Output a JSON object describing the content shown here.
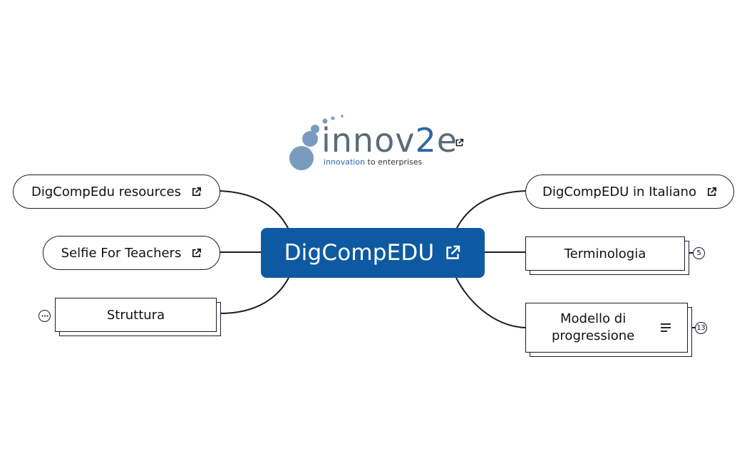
{
  "logo": {
    "word_prefix": "innov",
    "word_digit": "2",
    "word_suffix": "e",
    "tag_innovation": "innovation",
    "tag_rest": " to enterprises"
  },
  "central": {
    "label": "DigCompEDU"
  },
  "left_nodes": [
    {
      "label": "DigCompEdu resources"
    },
    {
      "label": "Selfie For Teachers"
    },
    {
      "label": "Struttura"
    }
  ],
  "right_nodes": [
    {
      "label": "DigCompEDU in Italiano"
    },
    {
      "label": "Terminologia",
      "badge": "5"
    },
    {
      "label_line1": "Modello di",
      "label_line2": "progressione",
      "badge": "13"
    }
  ],
  "colors": {
    "central": "#0e5aa2",
    "line": "#1a1a2e",
    "logo_gray": "#6b7d8f",
    "logo_blue": "#2e67a8"
  },
  "icons": {
    "external_link": "external-link-icon",
    "notes": "notes-icon",
    "collapsed": "ellipsis-icon"
  }
}
